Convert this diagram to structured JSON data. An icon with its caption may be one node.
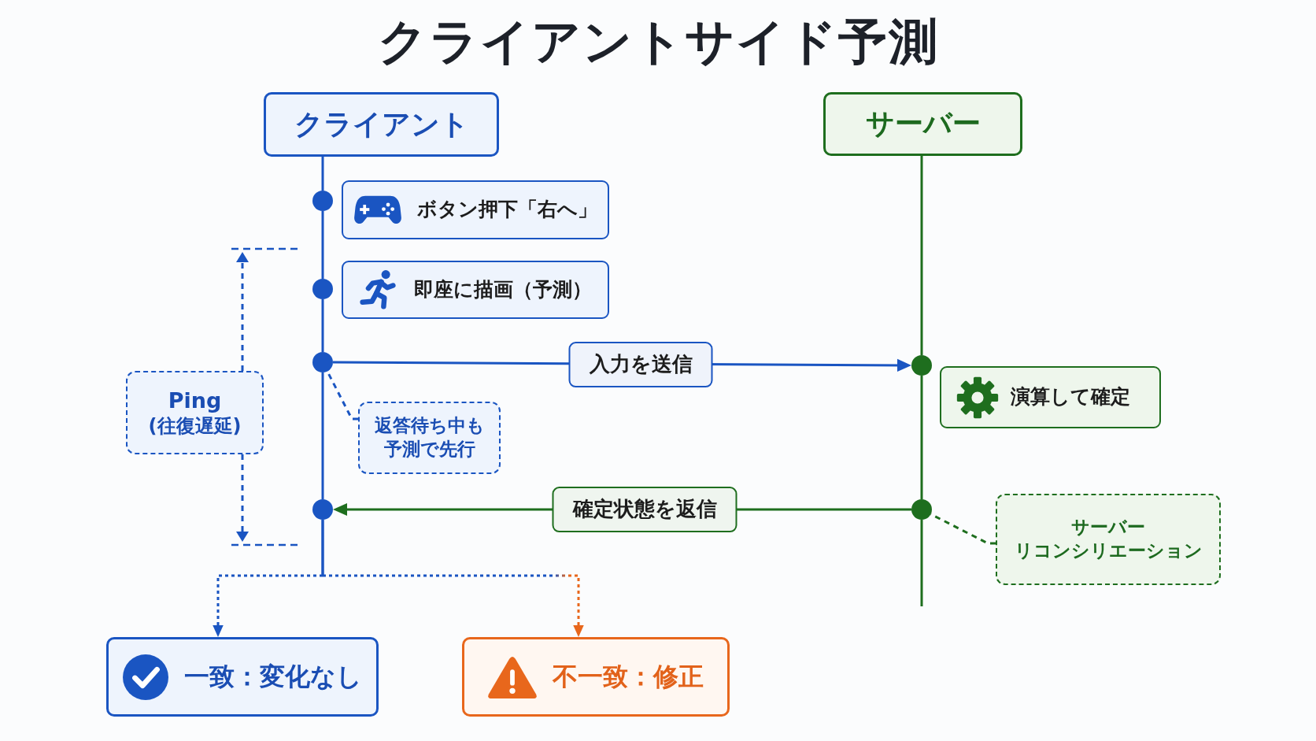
{
  "diagram": {
    "title": "クライアントサイド予測",
    "nodes": [
      {
        "text": [
          "クライアント"
        ]
      },
      {
        "text": [
          "サーバー"
        ]
      },
      {
        "text": [],
        "shape": "circle"
      },
      {
        "text": [
          "ボタン押下「右へ」"
        ]
      },
      {
        "text": [],
        "shape": "circle"
      },
      {
        "text": [
          "即座に描画（予測）"
        ]
      },
      {
        "text": [],
        "shape": "circle"
      },
      {
        "text": [],
        "shape": "circle"
      },
      {
        "text": [
          "演算して確定"
        ]
      },
      {
        "text": [
          "Ping",
          "(往復遅延)"
        ]
      },
      {
        "text": [
          "返答待ち中も予測で先行"
        ]
      },
      {
        "text": [],
        "shape": "circle"
      },
      {
        "text": [],
        "shape": "circle"
      },
      {
        "text": [
          "サーバーリコンシリエーション"
        ]
      },
      {
        "text": [
          "一致：変化なし"
        ]
      },
      {
        "text": [
          "不一致：修正"
        ]
      }
    ],
    "edges": [
      {
        "from": 0,
        "to": 2,
        "arrow": "none"
      },
      {
        "from": 2,
        "to": 4,
        "arrow": "none"
      },
      {
        "from": 4,
        "to": 6,
        "arrow": "none"
      },
      {
        "from": 6,
        "to": 11,
        "arrow": "none"
      },
      {
        "from": 6,
        "to": 7,
        "arrow": "to",
        "label": "入力を送信"
      },
      {
        "from": 12,
        "to": 11,
        "arrow": "to",
        "label": "確定状態を返信",
        "color": "#1e6e1e"
      },
      {
        "from": 1,
        "to": 7,
        "arrow": "none",
        "color": "#1e6e1e"
      },
      {
        "from": 7,
        "to": 12,
        "arrow": "none",
        "color": "#1e6e1e"
      },
      {
        "from": 12,
        "to": null,
        "arrow": "none",
        "color": "#1e6e1e"
      },
      {
        "from": 10,
        "to": 6,
        "arrow": "none",
        "style": "dashed"
      },
      {
        "from": 13,
        "to": 12,
        "arrow": "none",
        "style": "dashed",
        "color": "#1e6e1e"
      },
      {
        "from": 11,
        "to": 14,
        "arrow": "to",
        "style": "dashed"
      },
      {
        "from": 11,
        "to": 15,
        "arrow": "to",
        "style": "dashed",
        "color": "#e8671c"
      }
    ]
  }
}
